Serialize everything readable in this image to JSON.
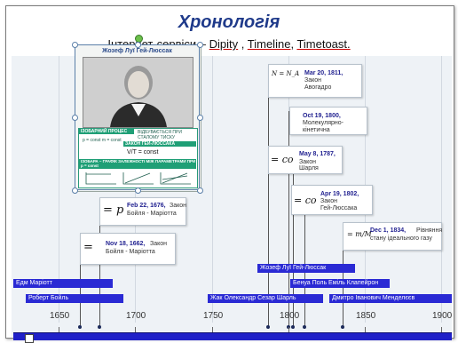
{
  "slide": {
    "title": "Хронологія",
    "subtitle_prefix": "Інтернет-сервіси – ",
    "services": [
      "Dipity",
      "Timeline",
      "Timetoast."
    ],
    "separator": " , "
  },
  "selected_card": {
    "name": "Жозеф Луї Гей-Люссак",
    "panel_header": "ІЗОБАРНИЙ ПРОЦЕС",
    "panel_note_1": "ВІДБУВАЄТЬСЯ ПРИ СТАЛОМУ ТИСКУ",
    "panel_note_2": "ЗАКОН ГЕЙ-ЛЮССАКА",
    "panel_graph": "ІЗОБАРА – ГРАФІК ЗАЛЕЖНОСТІ МІЖ ПАРАМЕТРАМИ ПРИ p = const",
    "panel_formula": "V/T = const",
    "panel_conditions": "p = const  m = const"
  },
  "events": [
    {
      "id": "avogadro",
      "formula": "N = N_A",
      "date": "Mar 20, 1811,",
      "desc_1": "Закон",
      "desc_2": "Авогадро"
    },
    {
      "id": "mkt",
      "formula": "",
      "date": "Oct 19, 1800,",
      "desc_1": "Молекулярно-кінетична",
      "desc_2": ""
    },
    {
      "id": "charles",
      "formula": "= co",
      "date": "May 8, 1787,",
      "desc_1": "Закон",
      "desc_2": "Шарля"
    },
    {
      "id": "gaylussac",
      "formula": "= co",
      "date": "Apr 19, 1802,",
      "desc_1": "Закон",
      "desc_2": "Гей-Люссака"
    },
    {
      "id": "ideal_gas",
      "formula": "= m/M",
      "date": "Dec 1, 1834,",
      "desc_1": "Рівняння",
      "desc_2": "стану ідеального газу"
    },
    {
      "id": "boyle1676",
      "formula": "= p",
      "date": "Feb 22, 1676,",
      "desc_1": "Закон",
      "desc_2": "Бойля - Маріотта"
    },
    {
      "id": "boyle1662",
      "formula": "= ",
      "date": "Nov 18, 1662,",
      "desc_1": "Закон",
      "desc_2": "Бойля - Маріотта"
    }
  ],
  "people": [
    {
      "id": "mariotte",
      "name": "Едм Маріотт"
    },
    {
      "id": "boyle",
      "name": "Роберт Бойль"
    },
    {
      "id": "gaylussac",
      "name": "Жозеф Луї Гей-Люссак"
    },
    {
      "id": "clapeyron",
      "name": "Бенуа Поль Еміль Клапейрон"
    },
    {
      "id": "charles",
      "name": "Жак Олександр Сезар Шарль"
    },
    {
      "id": "mendeleev",
      "name": "Дмитро Іванович Менделєєв"
    }
  ],
  "axis": {
    "years": [
      "1650",
      "1700",
      "1750",
      "1800",
      "1850",
      "1900"
    ]
  },
  "colors": {
    "title": "#1f3a8a",
    "bars": "#2a2ad4",
    "band": "#2020c8",
    "teal": "#1f9f76"
  }
}
